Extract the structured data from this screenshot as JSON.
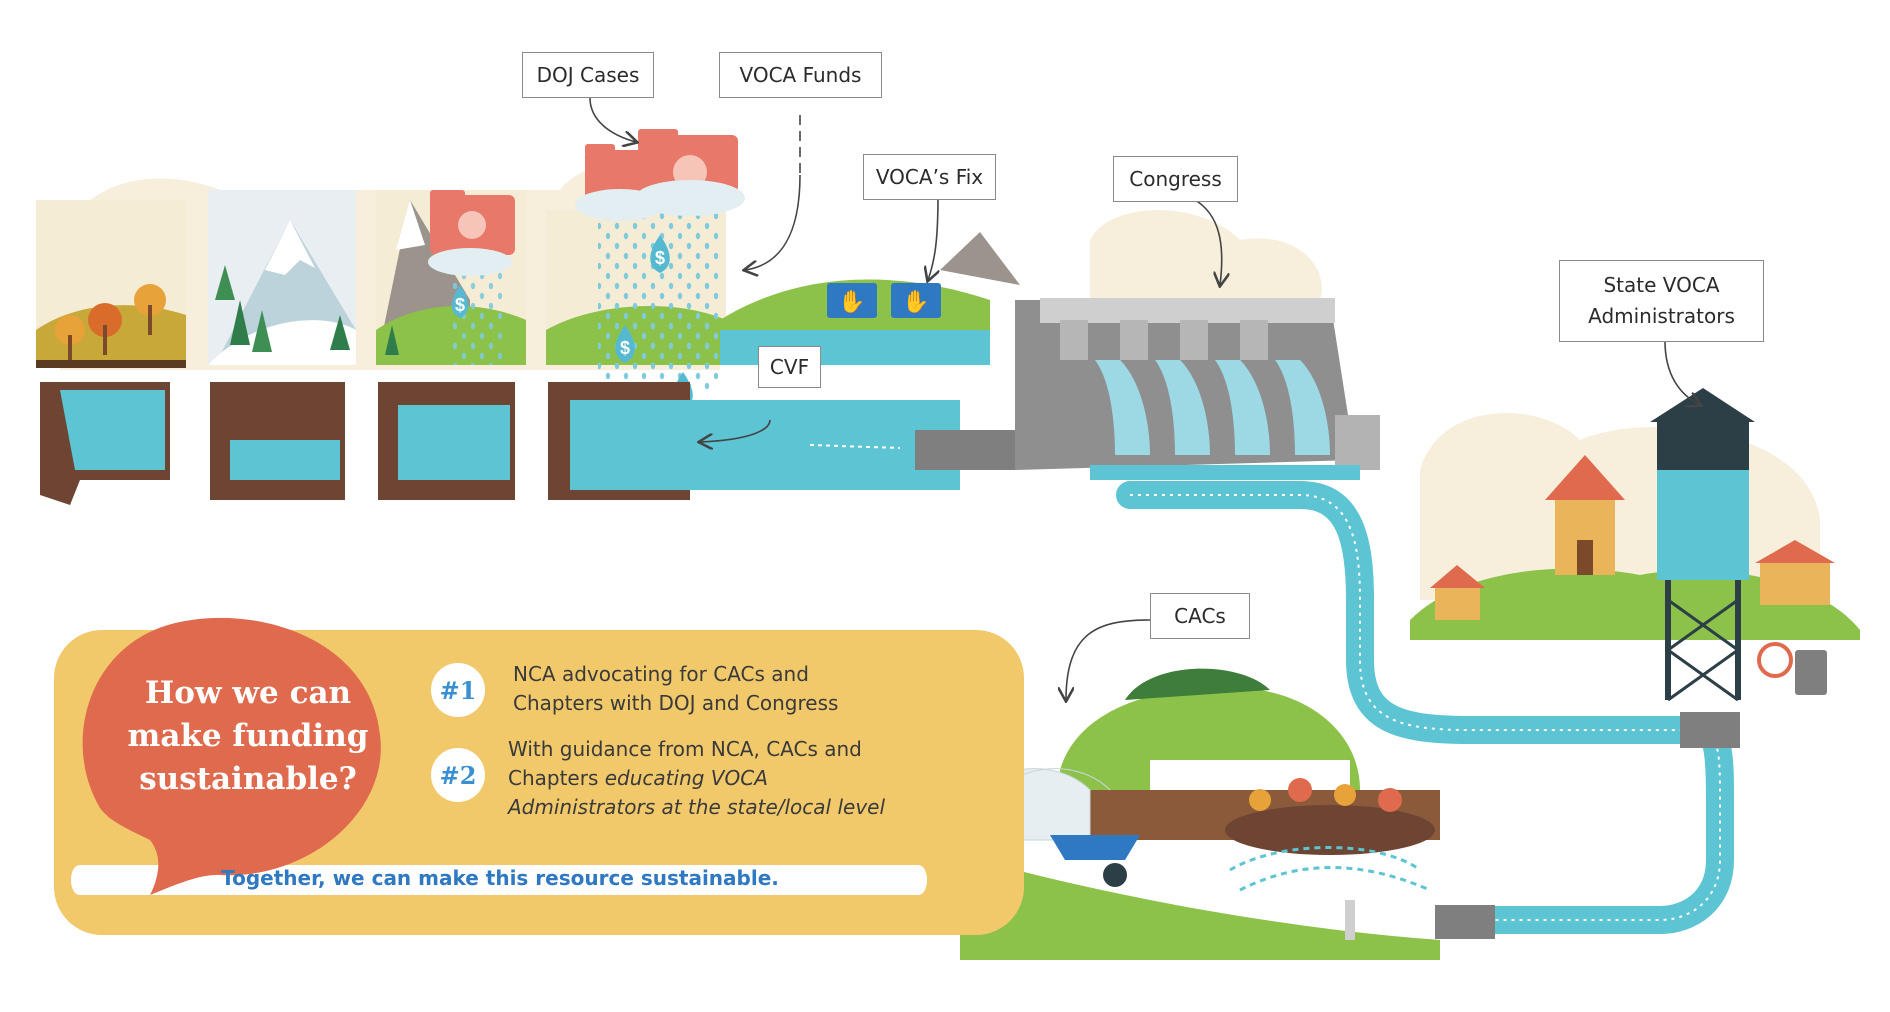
{
  "labels": {
    "doj_cases": "DOJ Cases",
    "voca_funds": "VOCA Funds",
    "vocas_fix": "VOCA’s Fix",
    "congress": "Congress",
    "cvf": "CVF",
    "state_voca_line1": "State VOCA",
    "state_voca_line2": "Administrators",
    "cacs": "CACs"
  },
  "panel": {
    "title_line1": "How we can",
    "title_line2": "make funding",
    "title_line3": "sustainable?",
    "step1_badge": "#1",
    "step1_line1": "NCA advocating for CACs and",
    "step1_line2": "Chapters with DOJ and Congress",
    "step2_badge": "#2",
    "step2_line1": "With guidance from NCA, CACs and",
    "step2_line2_plain": "Chapters ",
    "step2_line2_italic": "educating VOCA",
    "step2_line3": "Administrators at the state/local level",
    "together": "Together, we can make this resource sustainable."
  },
  "icons": {
    "money_drop": "dollar-drop-icon",
    "justice_folder": "scales-folder-icon",
    "hand_stop": "hand-stop-icon"
  },
  "colors": {
    "water": "#5cc4d2",
    "panel": "#f1c96b",
    "speech_bubble": "#e06a4e",
    "badge_text": "#3a8fd0",
    "together_text": "#2f78c2",
    "soil": "#7a4a3a",
    "dam": "#9a9a9a"
  }
}
